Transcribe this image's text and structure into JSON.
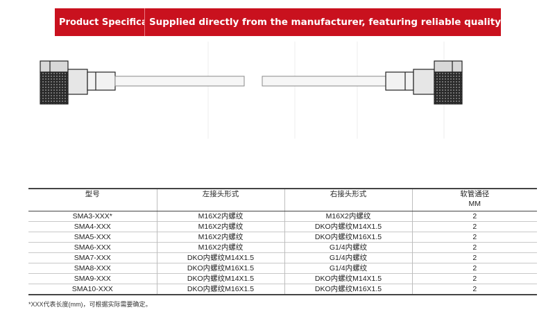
{
  "banner": {
    "left_label": "Product Specification",
    "right_label": "Supplied directly from the manufacturer, featuring reliable quality"
  },
  "table": {
    "headers": [
      "型号",
      "左接头形式",
      "右接头形式",
      "软管通径",
      "MM"
    ],
    "rows": [
      [
        "SMA3-XXX*",
        "M16X2内螺纹",
        "M16X2内螺纹",
        "2"
      ],
      [
        "SMA4-XXX",
        "M16X2内螺纹",
        "DKO内螺纹M14X1.5",
        "2"
      ],
      [
        "SMA5-XXX",
        "M16X2内螺纹",
        "DKO内螺纹M16X1.5",
        "2"
      ],
      [
        "SMA6-XXX",
        "M16X2内螺纹",
        "G1/4内螺纹",
        "2"
      ],
      [
        "SMA7-XXX",
        "DKO内螺纹M14X1.5",
        "G1/4内螺纹",
        "2"
      ],
      [
        "SMA8-XXX",
        "DKO内螺纹M16X1.5",
        "G1/4内螺纹",
        "2"
      ],
      [
        "SMA9-XXX",
        "DKO内螺纹M14X1.5",
        "DKO内螺纹M14X1.5",
        "2"
      ],
      [
        "SMA10-XXX",
        "DKO内螺纹M16X1.5",
        "DKO内螺纹M16X1.5",
        "2"
      ]
    ]
  },
  "note": "*XXX代表长度(mm)，可根据实际需要确定。"
}
